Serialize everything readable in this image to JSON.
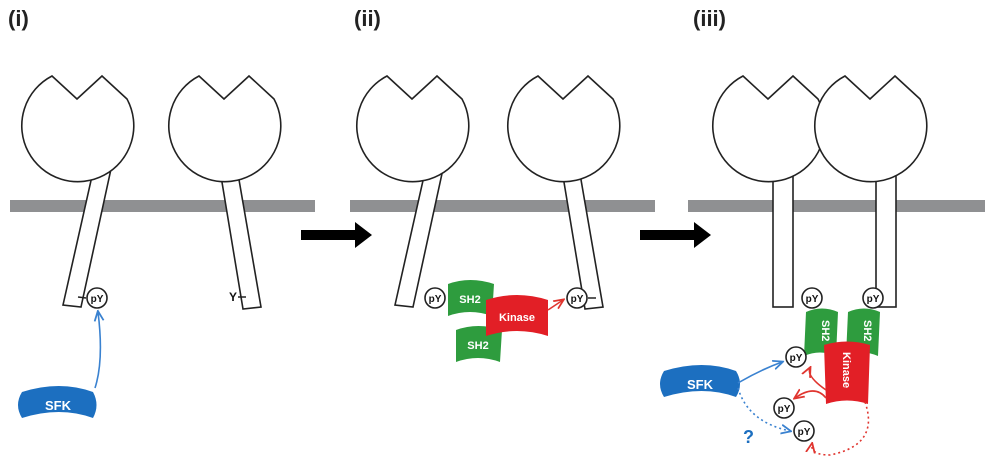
{
  "panels": [
    {
      "label": "(i)"
    },
    {
      "label": "(ii)"
    },
    {
      "label": "(iii)"
    }
  ],
  "labels": {
    "py": "pY",
    "y": "Y",
    "sfk": "SFK",
    "sh2": "SH2",
    "kinase": "Kinase",
    "question": "?"
  },
  "colors": {
    "membrane": "#8f9092",
    "sfk": "#1c6fc0",
    "sh2": "#2e9c3e",
    "kinase": "#e21f26",
    "arrow_blue": "#3a82d0",
    "arrow_red": "#e0352f",
    "outline": "#222222"
  }
}
